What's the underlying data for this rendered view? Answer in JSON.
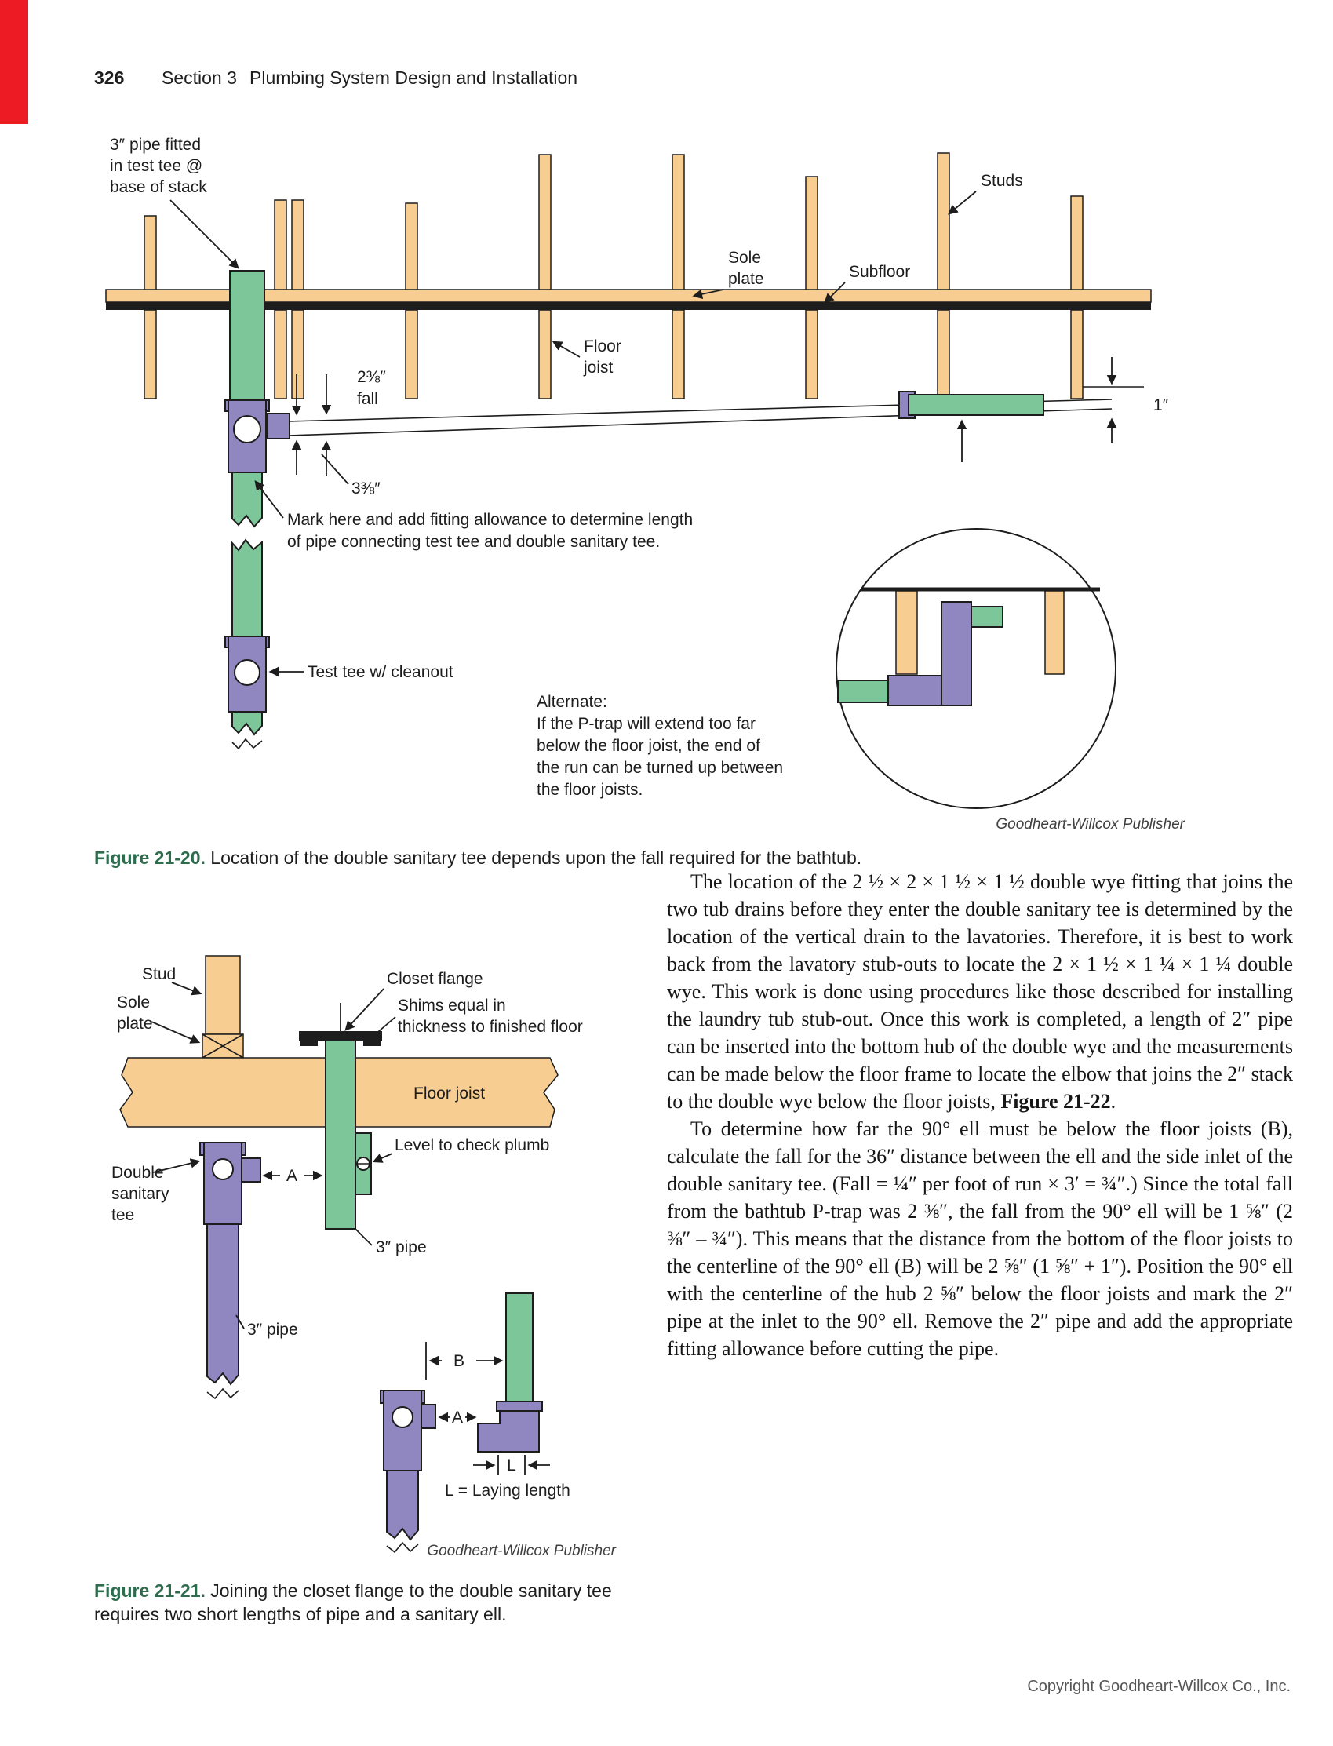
{
  "header": {
    "page_number": "326",
    "section": "Section 3",
    "title": "Plumbing System Design and Installation"
  },
  "colors": {
    "accent_red": "#ED1C24",
    "figure_label_green": "#2E6C4D",
    "wood_tan": "#F7CD92",
    "pipe_green": "#7CC69A",
    "fitting_purple": "#9087C1"
  },
  "fig20": {
    "labels": {
      "pipe_fitted": [
        "3″ pipe fitted",
        "in test tee @",
        "base of stack"
      ],
      "studs": "Studs",
      "sole_plate": [
        "Sole",
        "plate"
      ],
      "subfloor": "Subfloor",
      "floor_joist": [
        "Floor",
        "joist"
      ],
      "fall": [
        "2⅜″",
        "fall"
      ],
      "three_eighths": "3⅜″",
      "one_inch": "1″",
      "mark_here": [
        "Mark here and add fitting allowance to determine length",
        "of pipe connecting test tee and double sanitary tee."
      ],
      "test_tee": "Test tee w/ cleanout",
      "alternate": [
        "Alternate:",
        "If the P-trap will extend too far",
        "below the floor joist, the end of",
        "the run can be turned up between",
        "the floor joists."
      ]
    },
    "credit": "Goodheart-Willcox Publisher",
    "caption_label": "Figure 21-20.",
    "caption_text": "Location of the double sanitary tee depends upon the fall required for the bathtub."
  },
  "fig21": {
    "labels": {
      "stud": "Stud",
      "sole_plate": [
        "Sole",
        "plate"
      ],
      "closet_flange": "Closet flange",
      "shims": [
        "Shims equal in",
        "thickness to finished floor"
      ],
      "floor_joist": "Floor joist",
      "level": "Level to check plumb",
      "double_tee": [
        "Double",
        "sanitary",
        "tee"
      ],
      "a1": "A",
      "pipe_green": "3″ pipe",
      "pipe_purple": "3″ pipe",
      "b": "B",
      "a2": "A",
      "l": "L",
      "laying_length": "L = Laying length"
    },
    "credit": "Goodheart-Willcox Publisher",
    "caption_label": "Figure 21-21.",
    "caption_text": "Joining the closet flange to the double sanitary tee requires two short lengths of pipe and a sanitary ell."
  },
  "body": {
    "para1_before": "The location of the 2 ½ × 2 × 1 ½ × 1 ½ double wye fitting that joins the two tub drains before they enter the double sanitary tee is determined by the location of the vertical drain to the lavatories. Therefore, it is best to work back from the lavatory stub-outs to locate the 2 × 1 ½ × 1 ¼ × 1 ¼ double wye. This work is done using procedures like those described for installing the laundry tub stub-out. Once this work is completed, a length of 2″ pipe can be inserted into the bottom hub of the double wye and the measurements can be made below the floor frame to locate the elbow that joins the 2″ stack to the double wye below the floor joists, ",
    "para1_ref": "Figure 21-22",
    "para1_after": ".",
    "para2": "To determine how far the 90° ell must be below the floor joists (B), calculate the fall for the 36″ distance between the ell and the side inlet of the double sanitary tee. (Fall = ¼″ per foot of run × 3′ = ¾″.) Since the total fall from the bathtub P-trap was 2 ⅜″, the fall from the 90° ell will be 1 ⅝″ (2 ⅜″ – ¾″). This means that the distance from the bottom of the floor joists to the centerline of the 90° ell (B) will be 2 ⅝″ (1 ⅝″ + 1″). Position the 90° ell with the centerline of the hub 2 ⅝″ below the floor joists and mark the 2″ pipe at the inlet to the 90° ell. Remove the 2″ pipe and add the appropriate fitting allowance before cutting the pipe."
  },
  "footer": {
    "copyright": "Copyright Goodheart-Willcox Co., Inc."
  }
}
